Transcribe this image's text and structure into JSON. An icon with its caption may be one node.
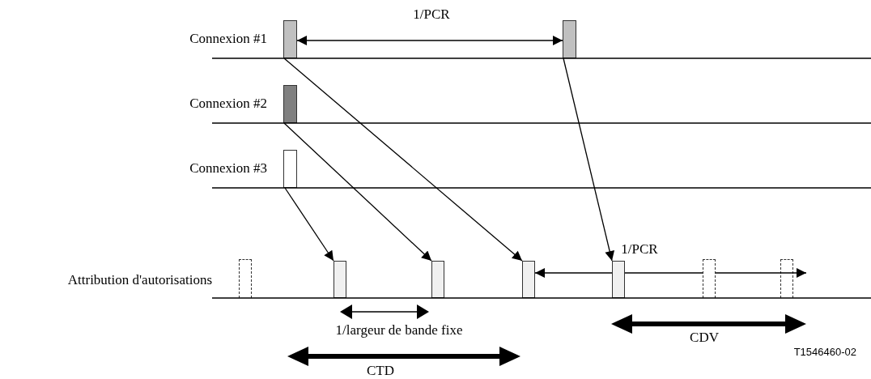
{
  "diagram": {
    "nodes": [
      {
        "text": [],
        "shape": "bar"
      },
      {
        "text": [],
        "shape": "bar"
      },
      {
        "text": [],
        "shape": "bar"
      },
      {
        "text": [],
        "shape": "bar"
      },
      {
        "text": [],
        "shape": "bar"
      },
      {
        "text": [],
        "shape": "bar"
      },
      {
        "text": [],
        "shape": "bar"
      },
      {
        "text": [],
        "shape": "bar"
      },
      {
        "text": [],
        "shape": "bar"
      },
      {
        "text": [],
        "shape": "bar"
      },
      {
        "text": [],
        "shape": "bar"
      }
    ],
    "edges": [
      {
        "from": 0,
        "to": 1,
        "arrow": "both",
        "label": "1/PCR"
      },
      {
        "from": 0,
        "to": 7,
        "arrow": "to"
      },
      {
        "from": 1,
        "to": 8,
        "arrow": "to"
      },
      {
        "from": 2,
        "to": 6,
        "arrow": "to"
      },
      {
        "from": 3,
        "to": 5,
        "arrow": "to"
      },
      {
        "from": 9,
        "to": 8,
        "arrow": "none",
        "label": "1/PCR"
      },
      {
        "from": 8,
        "to": 7,
        "arrow": "to"
      },
      {
        "from": 9,
        "to": 10,
        "arrow": "to"
      }
    ],
    "labels": [
      "Connexion #1",
      "Connexion #2",
      "Connexion #3",
      "Attribution d'autorisations",
      "1/largeur de bande fixe",
      "CDV",
      "T1546460-02",
      "CTD"
    ]
  }
}
